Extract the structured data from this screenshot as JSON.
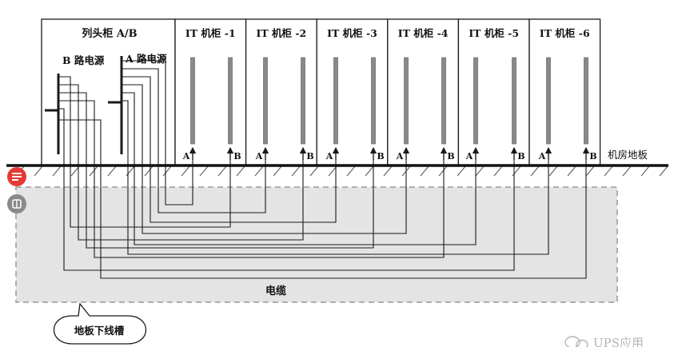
{
  "header_cabinet": {
    "title": "列头柜 A/B",
    "label_b": "B 路电源",
    "label_a": "A 路电源"
  },
  "it_cabinets": [
    {
      "title": "IT 机柜 -1",
      "a": "A",
      "b": "B"
    },
    {
      "title": "IT 机柜 -2",
      "a": "A",
      "b": "B"
    },
    {
      "title": "IT 机柜 -3",
      "a": "A",
      "b": "B"
    },
    {
      "title": "IT 机柜 -4",
      "a": "A",
      "b": "B"
    },
    {
      "title": "IT 机柜 -5",
      "a": "A",
      "b": "B"
    },
    {
      "title": "IT 机柜 -6",
      "a": "A",
      "b": "B"
    }
  ],
  "floor_label": "机房地板",
  "cable_label": "电缆",
  "trough_label": "地板下线槽",
  "watermark": "UPS应用",
  "colors": {
    "line": "#1a1a1a",
    "trough_fill": "#e4e4e4",
    "trough_border": "#9a9a9a",
    "pdu_bar": "#8a8a8a",
    "accent_red": "#e53935"
  },
  "icons": {
    "side_top": "share-icon",
    "side_bottom": "bookmark-icon"
  }
}
